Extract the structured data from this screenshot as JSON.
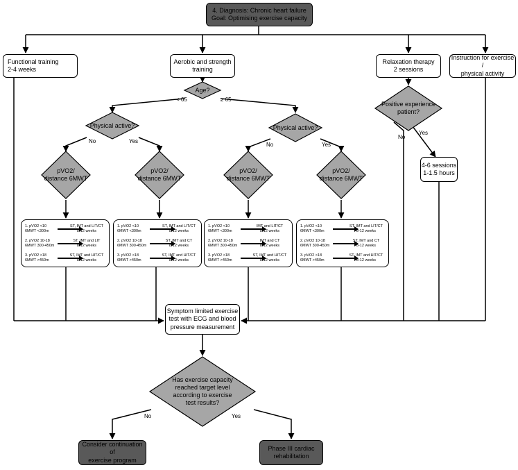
{
  "top": {
    "line1": "4. Diagnosis: Chronic heart failure",
    "line2": "Goal: Optimising exercise capacity"
  },
  "branches": {
    "functional": {
      "line1": "Functional training",
      "line2": "2-4 weeks"
    },
    "aerobic": {
      "line1": "Aerobic and strength",
      "line2": "training"
    },
    "relaxation": {
      "line1": "Relaxation therapy",
      "line2": "2 sessions"
    },
    "instruction": {
      "line1": "Instruction for exercise /",
      "line2": "physical activity"
    }
  },
  "age": {
    "question": "Age?",
    "lt": "< 65",
    "ge": "≥ 65"
  },
  "physical_active": {
    "label": "Physical active?",
    "no": "No",
    "yes": "Yes"
  },
  "pvo2": {
    "line1": "pVO2/",
    "line2": "distance 6MWT"
  },
  "positive": {
    "line1": "Positive experience",
    "line2": "patient?",
    "no": "No",
    "yes": "Yes"
  },
  "sessions": {
    "line1": "4-6 sessions",
    "line2": "1-1.5 hours"
  },
  "panels": [
    {
      "rows": [
        {
          "c1": "1. pVO2 <10",
          "c2": "6MWT <300m",
          "r1": "ST, IMT and LIT/CT",
          "r2": "8-12 weeks"
        },
        {
          "c1": "2. pVO2 10-18",
          "c2": "6MWT 300-450m",
          "r1": "ST, IMT and LIT",
          "r2": "8-12 weeks"
        },
        {
          "c1": "3. pVO2 >18",
          "c2": "6MWT >450m",
          "r1": "ST, IMT and HIT/CT",
          "r2": "8-12 weeks"
        }
      ]
    },
    {
      "rows": [
        {
          "c1": "1. pVO2 <10",
          "c2": "6MWT <300m",
          "r1": "ST, IMT and LIT/CT",
          "r2": "8-12 weeks"
        },
        {
          "c1": "2. pVO2 10-18",
          "c2": "6MWT 300-450m",
          "r1": "ST, IMT and CT",
          "r2": "8-12 weeks"
        },
        {
          "c1": "3. pVO2 >18",
          "c2": "6MWT >450m",
          "r1": "ST, IMT and HIT/CT",
          "r2": "8-12 weeks"
        }
      ]
    },
    {
      "rows": [
        {
          "c1": "1. pVO2 <10",
          "c2": "6MWT <300m",
          "r1": "IMT and LIT/CT",
          "r2": "8-12 weeks"
        },
        {
          "c1": "2. pVO2 10-18",
          "c2": "6MWT 300-450m",
          "r1": "IMT and CT",
          "r2": "8-12 weeks"
        },
        {
          "c1": "3. pVO2 >18",
          "c2": "6MWT >450m",
          "r1": "ST, IMT and HIT/CT",
          "r2": "8-12 weeks"
        }
      ]
    },
    {
      "rows": [
        {
          "c1": "1. pVO2 <10",
          "c2": "6MWT <300m",
          "r1": "ST, IMT and LIT/CT",
          "r2": "8-12 weeks"
        },
        {
          "c1": "2. pVO2 10-18",
          "c2": "6MWT 300-450m",
          "r1": "ST, IMT and CT",
          "r2": "8-12 weeks"
        },
        {
          "c1": "3. pVO2 >18",
          "c2": "6MWT >450m",
          "r1": "ST, IMT and HIT/CT",
          "r2": "8-12 weeks"
        }
      ]
    }
  ],
  "symptom": {
    "line1": "Symptom limited exercise",
    "line2": "test with ECG and blood",
    "line3": "pressure measurement"
  },
  "capacity": {
    "line1": "Has exercise capacity",
    "line2": "reached target level",
    "line3": "according to exercise",
    "line4": "test results?",
    "no": "No",
    "yes": "Yes"
  },
  "outcomes": {
    "consider": {
      "line1": "Consider continuation of",
      "line2": "exercise program"
    },
    "phase3": {
      "line1": "Phase III cardiac",
      "line2": "rehabilitation"
    }
  },
  "colors": {
    "dark_box": "#595959",
    "diamond": "#a6a6a6",
    "line": "#000000"
  }
}
